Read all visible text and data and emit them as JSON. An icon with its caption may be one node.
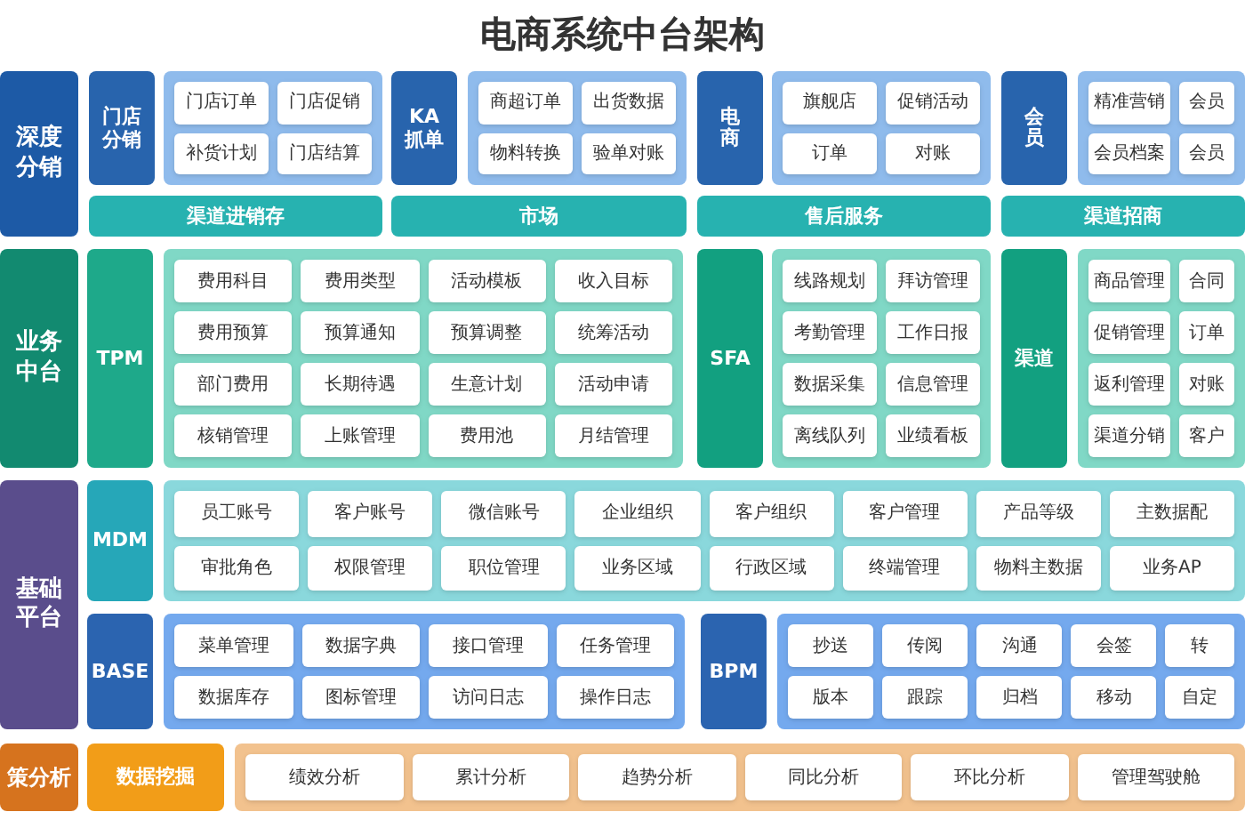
{
  "diagram": {
    "title": "电商系统中台架构",
    "nodes": [
      {
        "text": [
          "深度分销"
        ]
      },
      {
        "text": [
          "门店分销"
        ]
      },
      {
        "text": [],
        "shape": "box"
      },
      {
        "text": [
          "门店订单"
        ],
        "in": 2
      },
      {
        "text": [
          "门店促销"
        ],
        "in": 2
      },
      {
        "text": [
          "补货计划"
        ],
        "in": 2
      },
      {
        "text": [
          "门店结算"
        ],
        "in": 2
      },
      {
        "text": [
          "渠道进销存"
        ]
      },
      {
        "text": [
          "KA抓单"
        ]
      },
      {
        "text": [],
        "shape": "box"
      },
      {
        "text": [
          "商超订单"
        ],
        "in": 9
      },
      {
        "text": [
          "出货数据"
        ],
        "in": 9
      },
      {
        "text": [
          "物料转换"
        ],
        "in": 9
      },
      {
        "text": [
          "验单对账"
        ],
        "in": 9
      },
      {
        "text": [
          "市场"
        ]
      },
      {
        "text": [
          "电商"
        ]
      },
      {
        "text": [],
        "shape": "box"
      },
      {
        "text": [
          "旗舰店"
        ],
        "in": 16
      },
      {
        "text": [
          "促销活动"
        ],
        "in": 16
      },
      {
        "text": [
          "订单"
        ],
        "in": 16
      },
      {
        "text": [
          "对账"
        ],
        "in": 16
      },
      {
        "text": [
          "售后服务"
        ]
      },
      {
        "text": [
          "会员"
        ]
      },
      {
        "text": [],
        "shape": "box"
      },
      {
        "text": [
          "精准营销"
        ],
        "in": 23
      },
      {
        "text": [
          "会员"
        ],
        "in": 23
      },
      {
        "text": [
          "会员档案"
        ],
        "in": 23
      },
      {
        "text": [
          "会员"
        ],
        "in": 23
      },
      {
        "text": [
          "渠道招商"
        ]
      },
      {
        "text": [
          "业务中台"
        ]
      },
      {
        "text": [
          "TPM"
        ]
      },
      {
        "text": [],
        "shape": "box"
      },
      {
        "text": [
          "费用科目"
        ],
        "in": 31
      },
      {
        "text": [
          "费用类型"
        ],
        "in": 31
      },
      {
        "text": [
          "活动模板"
        ],
        "in": 31
      },
      {
        "text": [
          "收入目标"
        ],
        "in": 31
      },
      {
        "text": [
          "费用预算"
        ],
        "in": 31
      },
      {
        "text": [
          "预算通知"
        ],
        "in": 31
      },
      {
        "text": [
          "预算调整"
        ],
        "in": 31
      },
      {
        "text": [
          "统筹活动"
        ],
        "in": 31
      },
      {
        "text": [
          "部门费用"
        ],
        "in": 31
      },
      {
        "text": [
          "长期待遇"
        ],
        "in": 31
      },
      {
        "text": [
          "生意计划"
        ],
        "in": 31
      },
      {
        "text": [
          "活动申请"
        ],
        "in": 31
      },
      {
        "text": [
          "核销管理"
        ],
        "in": 31
      },
      {
        "text": [
          "上账管理"
        ],
        "in": 31
      },
      {
        "text": [
          "费用池"
        ],
        "in": 31
      },
      {
        "text": [
          "月结管理"
        ],
        "in": 31
      },
      {
        "text": [
          "SFA"
        ]
      },
      {
        "text": [],
        "shape": "box"
      },
      {
        "text": [
          "线路规划"
        ],
        "in": 49
      },
      {
        "text": [
          "拜访管理"
        ],
        "in": 49
      },
      {
        "text": [
          "考勤管理"
        ],
        "in": 49
      },
      {
        "text": [
          "工作日报"
        ],
        "in": 49
      },
      {
        "text": [
          "数据采集"
        ],
        "in": 49
      },
      {
        "text": [
          "信息管理"
        ],
        "in": 49
      },
      {
        "text": [
          "离线队列"
        ],
        "in": 49
      },
      {
        "text": [
          "业绩看板"
        ],
        "in": 49
      },
      {
        "text": [
          "渠道"
        ]
      },
      {
        "text": [],
        "shape": "box"
      },
      {
        "text": [
          "商品管理"
        ],
        "in": 59
      },
      {
        "text": [
          "合同"
        ],
        "in": 59
      },
      {
        "text": [
          "促销管理"
        ],
        "in": 59
      },
      {
        "text": [
          "订单"
        ],
        "in": 59
      },
      {
        "text": [
          "返利管理"
        ],
        "in": 59
      },
      {
        "text": [
          "对账"
        ],
        "in": 59
      },
      {
        "text": [
          "渠道分销"
        ],
        "in": 59
      },
      {
        "text": [
          "客户"
        ],
        "in": 59
      },
      {
        "text": [
          "基础平台"
        ]
      },
      {
        "text": [
          "MDM"
        ]
      },
      {
        "text": [],
        "shape": "box"
      },
      {
        "text": [
          "员工账号"
        ],
        "in": 70
      },
      {
        "text": [
          "客户账号"
        ],
        "in": 70
      },
      {
        "text": [
          "微信账号"
        ],
        "in": 70
      },
      {
        "text": [
          "企业组织"
        ],
        "in": 70
      },
      {
        "text": [
          "客户组织"
        ],
        "in": 70
      },
      {
        "text": [
          "客户管理"
        ],
        "in": 70
      },
      {
        "text": [
          "产品等级"
        ],
        "in": 70
      },
      {
        "text": [
          "主数据配"
        ],
        "in": 70
      },
      {
        "text": [
          "审批角色"
        ],
        "in": 70
      },
      {
        "text": [
          "权限管理"
        ],
        "in": 70
      },
      {
        "text": [
          "职位管理"
        ],
        "in": 70
      },
      {
        "text": [
          "业务区域"
        ],
        "in": 70
      },
      {
        "text": [
          "行政区域"
        ],
        "in": 70
      },
      {
        "text": [
          "终端管理"
        ],
        "in": 70
      },
      {
        "text": [
          "物料主数据"
        ],
        "in": 70
      },
      {
        "text": [
          "业务AP"
        ],
        "in": 70
      },
      {
        "text": [
          "BASE"
        ]
      },
      {
        "text": [],
        "shape": "box"
      },
      {
        "text": [
          "菜单管理"
        ],
        "in": 88
      },
      {
        "text": [
          "数据字典"
        ],
        "in": 88
      },
      {
        "text": [
          "接口管理"
        ],
        "in": 88
      },
      {
        "text": [
          "任务管理"
        ],
        "in": 88
      },
      {
        "text": [
          "数据库存"
        ],
        "in": 88
      },
      {
        "text": [
          "图标管理"
        ],
        "in": 88
      },
      {
        "text": [
          "访问日志"
        ],
        "in": 88
      },
      {
        "text": [
          "操作日志"
        ],
        "in": 88
      },
      {
        "text": [
          "BPM"
        ]
      },
      {
        "text": [],
        "shape": "box"
      },
      {
        "text": [
          "抄送"
        ],
        "in": 98
      },
      {
        "text": [
          "传阅"
        ],
        "in": 98
      },
      {
        "text": [
          "沟通"
        ],
        "in": 98
      },
      {
        "text": [
          "会签"
        ],
        "in": 98
      },
      {
        "text": [
          "转"
        ],
        "in": 98
      },
      {
        "text": [
          "版本"
        ],
        "in": 98
      },
      {
        "text": [
          "跟踪"
        ],
        "in": 98
      },
      {
        "text": [
          "归档"
        ],
        "in": 98
      },
      {
        "text": [
          "移动"
        ],
        "in": 98
      },
      {
        "text": [
          "自定"
        ],
        "in": 98
      },
      {
        "text": [
          "策分析"
        ]
      },
      {
        "text": [
          "数据挖掘"
        ]
      },
      {
        "text": [],
        "shape": "box"
      },
      {
        "text": [
          "绩效分析"
        ],
        "in": 111
      },
      {
        "text": [
          "累计分析"
        ],
        "in": 111
      },
      {
        "text": [
          "趋势分析"
        ],
        "in": 111
      },
      {
        "text": [
          "同比分析"
        ],
        "in": 111
      },
      {
        "text": [
          "环比分析"
        ],
        "in": 111
      },
      {
        "text": [
          "管理驾驶舱"
        ],
        "in": 111
      }
    ]
  }
}
